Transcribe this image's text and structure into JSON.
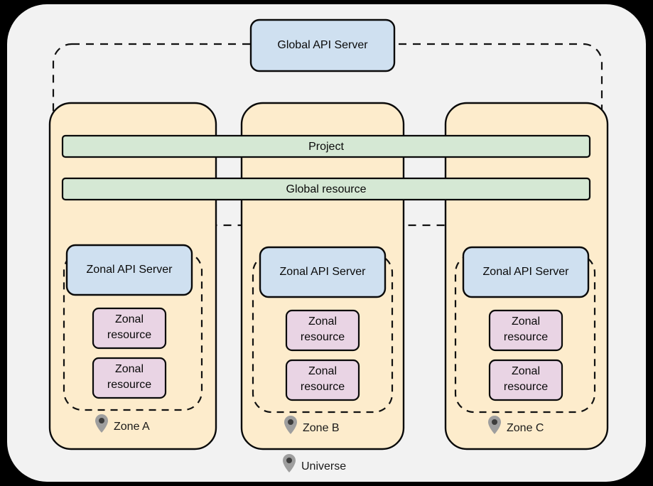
{
  "diagram": {
    "title": "Universe",
    "canvas_background": "#000000",
    "universe_background": "#f2f2f2",
    "colors": {
      "zone_fill": "#fdeccc",
      "api_server_fill": "#cfe0f0",
      "global_resource_fill": "#d5e8d4",
      "zonal_resource_fill": "#e9d4e4",
      "stroke": "#0a0a0a",
      "pin_icon": "#808080"
    },
    "global_api_server": {
      "label": "Global API Server"
    },
    "global_bars": [
      {
        "label": "Project"
      },
      {
        "label": "Global resource"
      }
    ],
    "universe_label": {
      "text": "Universe",
      "icon": "map-pin-icon"
    },
    "zones": [
      {
        "id": "zone-a",
        "label": "Zone A",
        "icon": "map-pin-icon",
        "api_server": "Zonal API Server",
        "resources": [
          "Zonal\nresource",
          "Zonal\nresource"
        ],
        "resource_line1": "Zonal",
        "resource_line2": "resource"
      },
      {
        "id": "zone-b",
        "label": "Zone B",
        "icon": "map-pin-icon",
        "api_server": "Zonal API Server",
        "resources": [
          "Zonal\nresource",
          "Zonal\nresource"
        ],
        "resource_line1": "Zonal",
        "resource_line2": "resource"
      },
      {
        "id": "zone-c",
        "label": "Zone C",
        "icon": "map-pin-icon",
        "api_server": "Zonal API Server",
        "resources": [
          "Zonal\nresource",
          "Zonal\nresource"
        ],
        "resource_line1": "Zonal",
        "resource_line2": "resource"
      }
    ]
  }
}
